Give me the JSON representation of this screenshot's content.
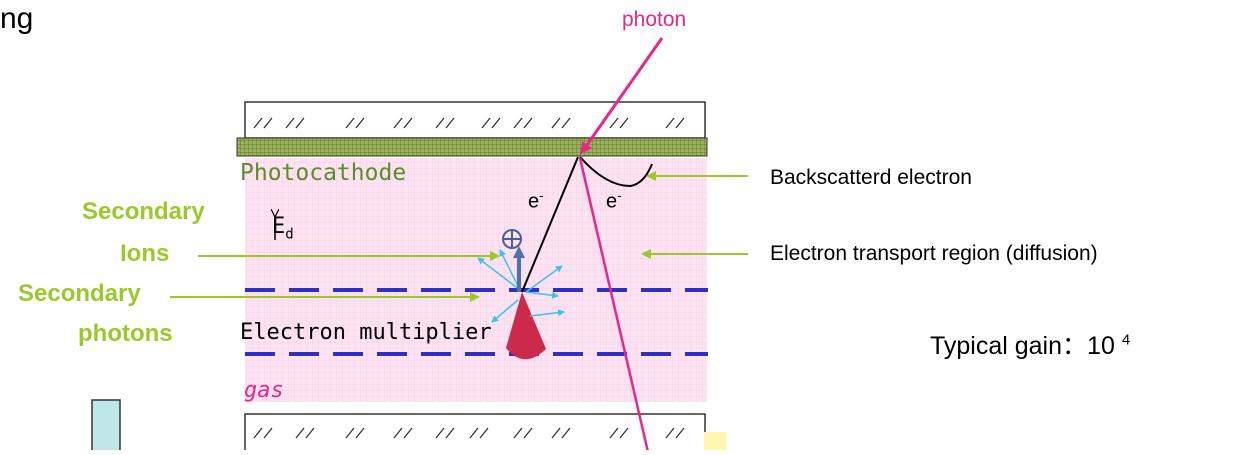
{
  "cut_text": "ng",
  "labels": {
    "photon": "photon",
    "photocathode": "Photocathode",
    "secondary_ions_line1": "Secondary",
    "secondary_ions_line2": "Ions",
    "secondary_photons_line1": "Secondary",
    "secondary_photons_line2": "photons",
    "drift_field_symbol": "E",
    "drift_field_subscript": "d",
    "electron_multiplier": "Electron multiplier",
    "gas": "gas",
    "electron": "e",
    "electron_charge": "-",
    "positive_ion_symbol": "⊕",
    "backscattered_electron": "Backscatterd electron",
    "transport_region": "Electron transport region (diffusion)",
    "typical_gain_label": "Typical gain",
    "typical_gain_colon": "：",
    "typical_gain_base": "10",
    "typical_gain_exponent": "4"
  },
  "colors": {
    "photon": "#e8278a",
    "photocathode_text": "#5b8c2a",
    "secondary_annotations": "#9cc92a",
    "gas_region": "#fde3f2",
    "multiplier_dashes": "#2f2fc8",
    "avalanche": "#cc2a4a",
    "secondary_photon_arrows": "#39c3ee",
    "ion_arrow": "#5070a8",
    "cathode_layer": "#8aa04a"
  }
}
